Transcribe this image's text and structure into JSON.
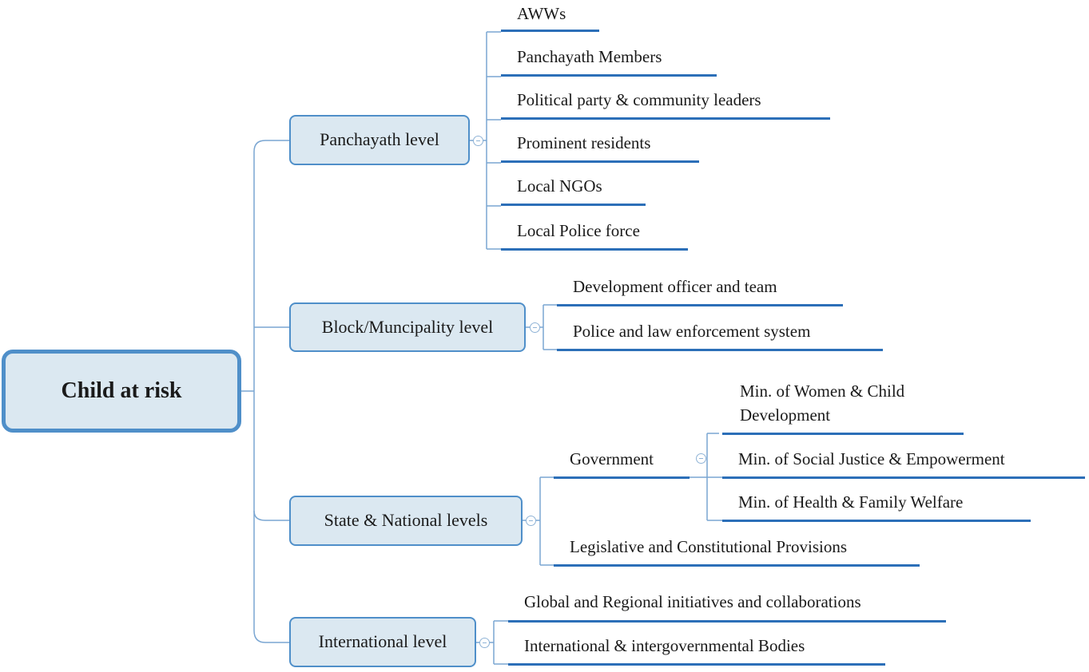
{
  "root": {
    "label": "Child at risk"
  },
  "branches": [
    {
      "label": "Panchayath level",
      "children": [
        {
          "label": "AWWs"
        },
        {
          "label": "Panchayath Members"
        },
        {
          "label": "Political party & community leaders"
        },
        {
          "label": "Prominent residents"
        },
        {
          "label": "Local NGOs"
        },
        {
          "label": "Local Police force"
        }
      ]
    },
    {
      "label": "Block/Muncipality level",
      "children": [
        {
          "label": "Development officer and team"
        },
        {
          "label": "Police and law enforcement system"
        }
      ]
    },
    {
      "label": "State & National levels",
      "children": [
        {
          "label": "Government",
          "children": [
            {
              "label": "Min. of Women & Child Development"
            },
            {
              "label": "Min. of Social Justice & Empowerment"
            },
            {
              "label": "Min. of Health & Family Welfare"
            }
          ]
        },
        {
          "label": "Legislative and Constitutional Provisions"
        }
      ]
    },
    {
      "label": "International level",
      "children": [
        {
          "label": "Global and Regional initiatives and collaborations"
        },
        {
          "label": "International & intergovernmental Bodies"
        }
      ]
    }
  ],
  "colors": {
    "node_fill": "#dbe8f1",
    "node_border": "#4f8fc9",
    "underline": "#2c6fb8",
    "connector": "#7aa6d2"
  }
}
